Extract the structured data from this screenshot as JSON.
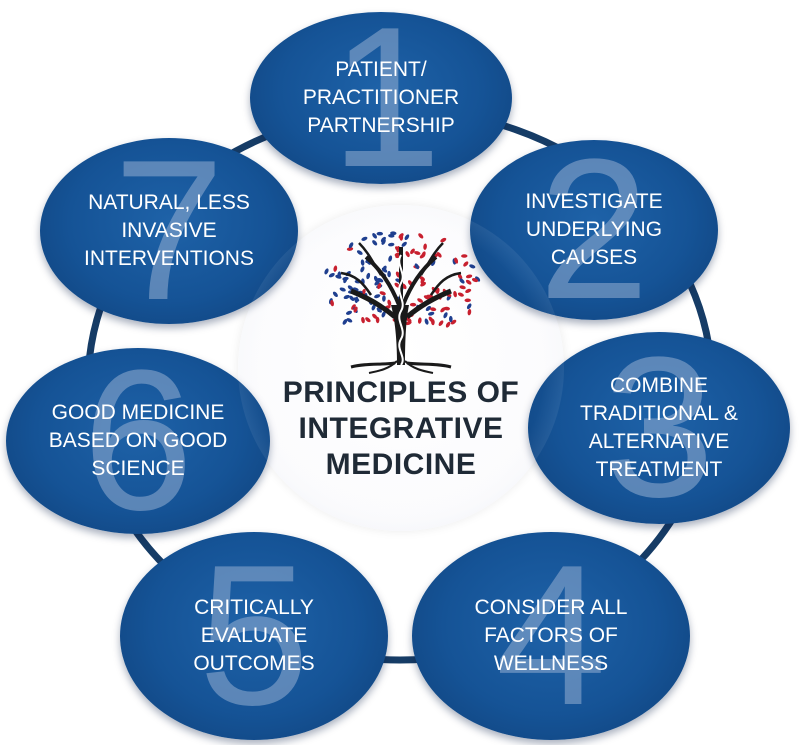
{
  "center": {
    "title_lines": [
      "PRINCIPLES OF",
      "INTEGRATIVE",
      "MEDICINE"
    ]
  },
  "principles": [
    {
      "number": "1",
      "lines": [
        "PATIENT/",
        "PRACTITIONER",
        "PARTNERSHIP"
      ]
    },
    {
      "number": "2",
      "lines": [
        "INVESTIGATE",
        "UNDERLYING",
        "CAUSES"
      ]
    },
    {
      "number": "3",
      "lines": [
        "COMBINE",
        "TRADITIONAL &",
        "ALTERNATIVE",
        "TREATMENT"
      ]
    },
    {
      "number": "4",
      "lines": [
        "CONSIDER ALL",
        "FACTORS OF",
        "WELLNESS"
      ]
    },
    {
      "number": "5",
      "lines": [
        "CRITICALLY",
        "EVALUATE",
        "OUTCOMES"
      ]
    },
    {
      "number": "6",
      "lines": [
        "GOOD MEDICINE",
        "BASED ON GOOD",
        "SCIENCE"
      ]
    },
    {
      "number": "7",
      "lines": [
        "NATURAL, LESS",
        "INVASIVE",
        "INTERVENTIONS"
      ]
    }
  ],
  "colors": {
    "node_blue": "#155396",
    "ring_line": "#163c66",
    "title_text": "#1f2a36",
    "logo_red": "#c8202f",
    "logo_blue": "#1f3f8f"
  },
  "icons": {
    "center_logo": "tree-of-life-icon"
  }
}
